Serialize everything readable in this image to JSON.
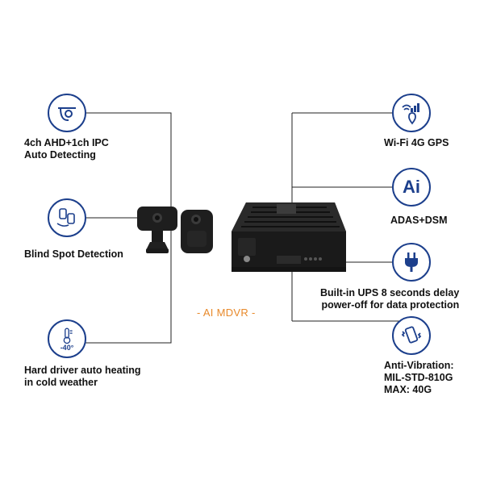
{
  "caption": "- AI MDVR -",
  "features_left": [
    {
      "icon": "dome-camera-icon",
      "label": "4ch AHD+1ch IPC\nAuto Detecting"
    },
    {
      "icon": "blind-spot-icon",
      "label": "Blind Spot Detection"
    },
    {
      "icon": "thermometer-icon",
      "label": "Hard driver auto heating\nin cold weather",
      "icon_text": "-40°"
    }
  ],
  "features_right": [
    {
      "icon": "wifi-gps-icon",
      "label": "Wi-Fi 4G GPS"
    },
    {
      "icon": "ai-icon",
      "label": "ADAS+DSM",
      "icon_text": "Ai"
    },
    {
      "icon": "power-plug-icon",
      "label": "Built-in UPS 8 seconds delay\npower-off for data protection"
    },
    {
      "icon": "vibration-phone-icon",
      "label": "Anti-Vibration:\nMIL-STD-810G\nMAX: 40G"
    }
  ],
  "colors": {
    "accent": "#1c3f8c",
    "caption": "#e8892a",
    "line": "#222222",
    "device": "#1e1e1e"
  }
}
